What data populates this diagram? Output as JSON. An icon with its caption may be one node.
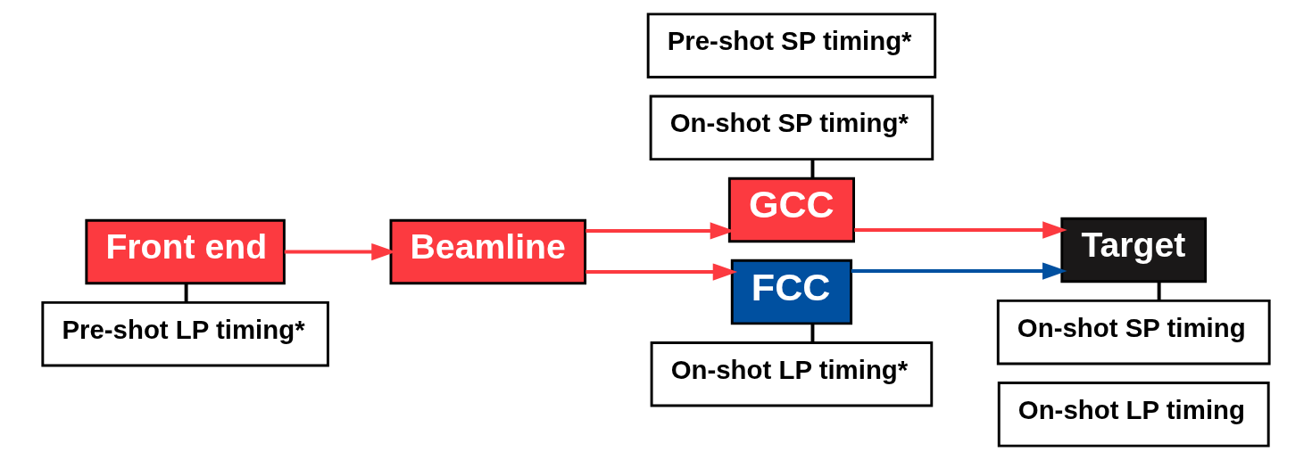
{
  "diagram": {
    "nodes": [
      {
        "text": [
          "Front end"
        ]
      },
      {
        "text": [
          "Beamline"
        ]
      },
      {
        "text": [
          "Pre-shot SP timing*"
        ]
      },
      {
        "text": [
          "On-shot SP timing*"
        ]
      },
      {
        "text": [
          "GCC"
        ]
      },
      {
        "text": [
          "FCC"
        ]
      },
      {
        "text": [
          "Target"
        ]
      },
      {
        "text": [
          "Pre-shot LP timing*"
        ]
      },
      {
        "text": [
          "On-shot SP timing"
        ]
      },
      {
        "text": [
          "On-shot LP timing"
        ]
      },
      {
        "text": [
          "On-shot LP timing*"
        ]
      }
    ],
    "edges": [
      {
        "from": 0,
        "to": 1,
        "arrow": "to",
        "color": "#fc3a40"
      },
      {
        "from": 1,
        "to": 4,
        "arrow": "to",
        "color": "#fc3a40"
      },
      {
        "from": 1,
        "to": 5,
        "arrow": "to",
        "color": "#fc3a40"
      },
      {
        "from": 4,
        "to": 6,
        "arrow": "to",
        "color": "#fc3a40"
      },
      {
        "from": 5,
        "to": 6,
        "arrow": "to",
        "color": "#0050a0"
      },
      {
        "from": 0,
        "to": 7,
        "arrow": "none",
        "color": "#000000"
      },
      {
        "from": 3,
        "to": 4,
        "arrow": "none",
        "color": "#000000"
      },
      {
        "from": 5,
        "to": 10,
        "arrow": "none",
        "color": "#000000"
      },
      {
        "from": 6,
        "to": 8,
        "arrow": "none",
        "color": "#000000"
      }
    ]
  }
}
